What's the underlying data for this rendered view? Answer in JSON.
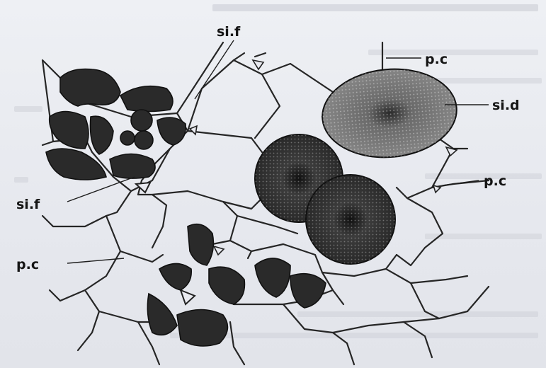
{
  "labels": {
    "sif_top": "si.f",
    "pc_top": "p.c",
    "sid_right": "si.d",
    "pc_right": "p.c",
    "sif_left": "si.f",
    "pc_left": "p.c"
  }
}
